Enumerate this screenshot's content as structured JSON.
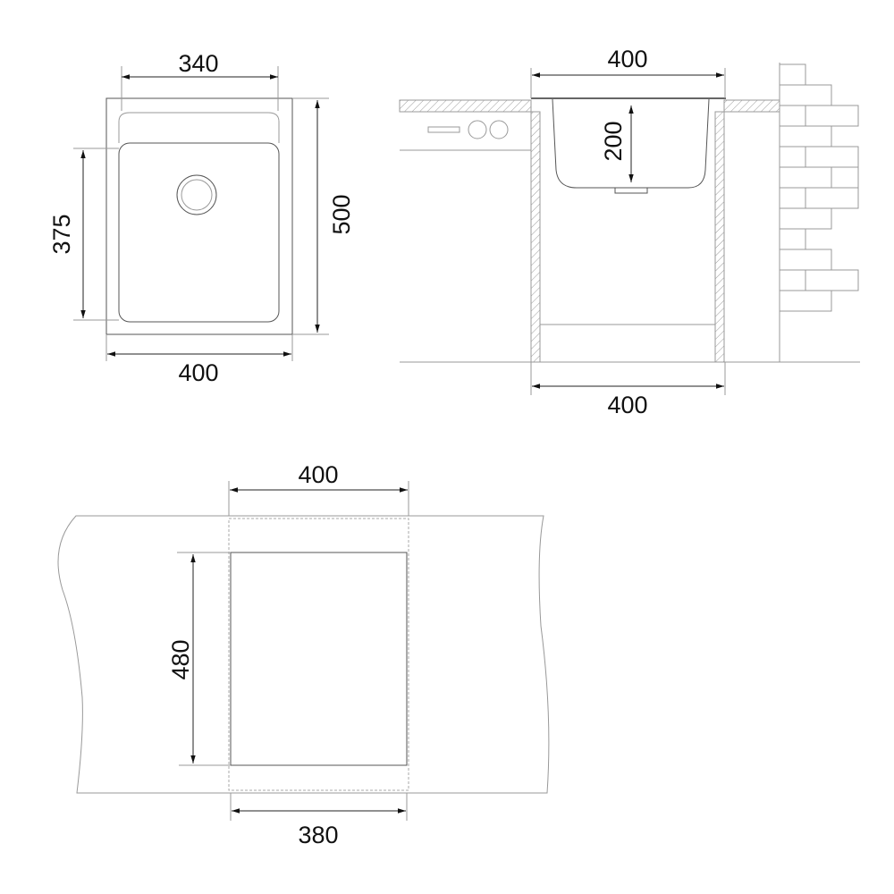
{
  "top_view": {
    "dim_inner_width": "340",
    "dim_inner_length": "375",
    "dim_outer_length": "500",
    "dim_outer_width": "400"
  },
  "side_view": {
    "dim_sink_width": "400",
    "dim_depth": "200",
    "dim_cabinet_width": "400"
  },
  "cutout_view": {
    "dim_top_width": "400",
    "dim_cutout_length": "480",
    "dim_cutout_width": "380"
  },
  "colors": {
    "line": "#555555",
    "text": "#111111"
  }
}
